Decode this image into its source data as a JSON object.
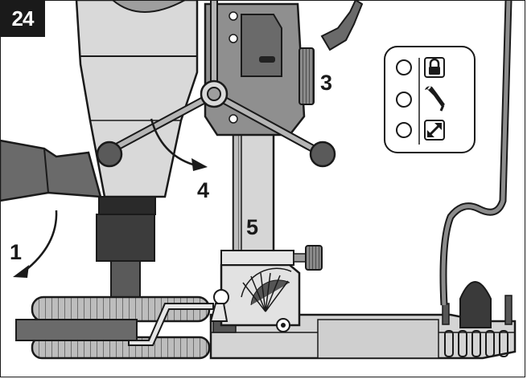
{
  "figure": {
    "number": "24"
  },
  "callouts": [
    {
      "id": "1",
      "label": "1"
    },
    {
      "id": "3",
      "label": "3"
    },
    {
      "id": "4",
      "label": "4"
    },
    {
      "id": "5",
      "label": "5"
    }
  ],
  "indicator_panel": {
    "rows": [
      {
        "icon": "padlock-icon"
      },
      {
        "icon": "wrench-icon"
      },
      {
        "icon": "diagonal-arrows-icon"
      }
    ]
  },
  "colors": {
    "outline": "#1a1a1a",
    "light_gray": "#d9d9d9",
    "mid_gray": "#9e9e9e",
    "dark_gray": "#4a4a4a",
    "badge": "#1a1a1a"
  }
}
